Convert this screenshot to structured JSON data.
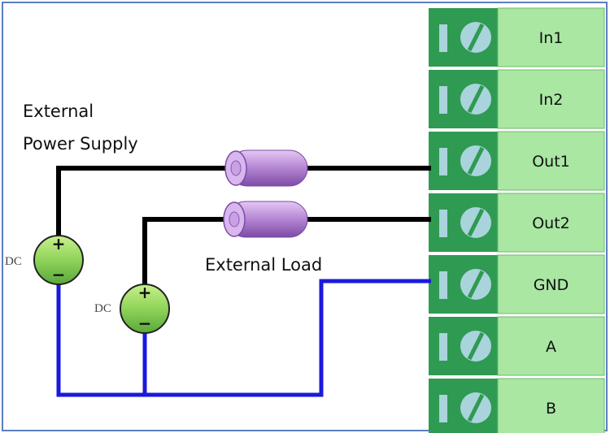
{
  "labels": {
    "power_supply_line1": "External",
    "power_supply_line2": "Power Supply",
    "load": "External Load",
    "dc": "DC",
    "plus": "+",
    "minus": "−"
  },
  "terminals": [
    "In1",
    "In2",
    "Out1",
    "Out2",
    "GND",
    "A",
    "B"
  ],
  "colors": {
    "frame": "#5b7fc0",
    "terminal_green": "#a9e7a3",
    "terminal_dark": "#2f9a52",
    "screw_bg": "#a9d4dc",
    "wire_signal": "#000000",
    "wire_ground": "#1a1adc",
    "source_green": "#8fd35a",
    "load_purple": "#b98bd6"
  }
}
